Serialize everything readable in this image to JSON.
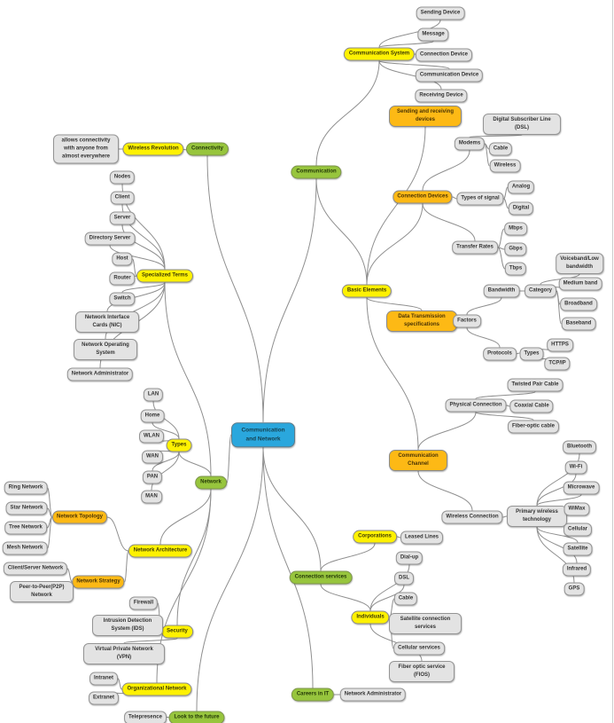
{
  "colors": {
    "center_blue": "#2aa7dd",
    "branch_green": "#97c53d",
    "topic_yellow": "#fef102",
    "subtopic_orange": "#fdb915",
    "item_gray": "#e3e3e3",
    "edge_gray": "#8f8f8f"
  },
  "nodes": [
    {
      "id": "center",
      "label": "Communication and Network",
      "kind": "center",
      "parent": null
    },
    {
      "id": "connectivity",
      "label": "Connectivity",
      "kind": "branch",
      "parent": "center"
    },
    {
      "id": "wireless-revolution",
      "label": "Wireless Revolution",
      "kind": "topic",
      "parent": "connectivity"
    },
    {
      "id": "connectivity-note",
      "label": "allows connectivity with anyone from almost everywhere",
      "kind": "item",
      "parent": "wireless-revolution"
    },
    {
      "id": "communication",
      "label": "Communication",
      "kind": "branch",
      "parent": "center"
    },
    {
      "id": "communication-system",
      "label": "Communication System",
      "kind": "topic",
      "parent": "communication"
    },
    {
      "id": "sending-device",
      "label": "Sending Device",
      "kind": "item",
      "parent": "communication-system"
    },
    {
      "id": "message",
      "label": "Message",
      "kind": "item",
      "parent": "communication-system"
    },
    {
      "id": "connection-device",
      "label": "Connection Device",
      "kind": "item",
      "parent": "communication-system"
    },
    {
      "id": "communication-device",
      "label": "Communication Device",
      "kind": "item",
      "parent": "communication-system"
    },
    {
      "id": "receiving-device",
      "label": "Receiving Device",
      "kind": "item",
      "parent": "communication-system"
    },
    {
      "id": "basic-elements",
      "label": "Basic Elements",
      "kind": "topic",
      "parent": "communication"
    },
    {
      "id": "sending-receiving-devices",
      "label": "Sending and receiving devices",
      "kind": "subtopic",
      "parent": "basic-elements"
    },
    {
      "id": "connection-devices",
      "label": "Connection Devices",
      "kind": "subtopic",
      "parent": "basic-elements"
    },
    {
      "id": "modems",
      "label": "Modems",
      "kind": "item",
      "parent": "connection-devices"
    },
    {
      "id": "dsl-modem",
      "label": "Digital Subscriber Line (DSL)",
      "kind": "item",
      "parent": "modems"
    },
    {
      "id": "cable-modem",
      "label": "Cable",
      "kind": "item",
      "parent": "modems"
    },
    {
      "id": "wireless-modem",
      "label": "Wireless",
      "kind": "item",
      "parent": "modems"
    },
    {
      "id": "types-of-signal",
      "label": "Types of signal",
      "kind": "item",
      "parent": "connection-devices"
    },
    {
      "id": "analog",
      "label": "Analog",
      "kind": "item",
      "parent": "types-of-signal"
    },
    {
      "id": "digital",
      "label": "Digital",
      "kind": "item",
      "parent": "types-of-signal"
    },
    {
      "id": "transfer-rates",
      "label": "Transfer Rates",
      "kind": "item",
      "parent": "connection-devices"
    },
    {
      "id": "mbps",
      "label": "Mbps",
      "kind": "item",
      "parent": "transfer-rates"
    },
    {
      "id": "gbps",
      "label": "Gbps",
      "kind": "item",
      "parent": "transfer-rates"
    },
    {
      "id": "tbps",
      "label": "Tbps",
      "kind": "item",
      "parent": "transfer-rates"
    },
    {
      "id": "data-transmission-specs",
      "label": "Data Transmission specifications",
      "kind": "subtopic",
      "parent": "basic-elements"
    },
    {
      "id": "factors",
      "label": "Factors",
      "kind": "item",
      "parent": "data-transmission-specs"
    },
    {
      "id": "bandwidth",
      "label": "Bandwidth",
      "kind": "item",
      "parent": "factors"
    },
    {
      "id": "category",
      "label": "Category",
      "kind": "item",
      "parent": "bandwidth"
    },
    {
      "id": "voiceband-low-bandwidth",
      "label": "Voiceband/Low bandwidth",
      "kind": "item",
      "parent": "category"
    },
    {
      "id": "medium-band",
      "label": "Medium band",
      "kind": "item",
      "parent": "category"
    },
    {
      "id": "broadband",
      "label": "Broadband",
      "kind": "item",
      "parent": "category"
    },
    {
      "id": "baseband",
      "label": "Baseband",
      "kind": "item",
      "parent": "category"
    },
    {
      "id": "protocols",
      "label": "Protocols",
      "kind": "item",
      "parent": "factors"
    },
    {
      "id": "protocol-types",
      "label": "Types",
      "kind": "item",
      "parent": "protocols"
    },
    {
      "id": "https",
      "label": "HTTPS",
      "kind": "item",
      "parent": "protocol-types"
    },
    {
      "id": "tcp-ip",
      "label": "TCP/IP",
      "kind": "item",
      "parent": "protocol-types"
    },
    {
      "id": "communication-channel",
      "label": "Communication Channel",
      "kind": "subtopic",
      "parent": "basic-elements"
    },
    {
      "id": "physical-connection",
      "label": "Physical Connection",
      "kind": "item",
      "parent": "communication-channel"
    },
    {
      "id": "twisted-pair-cable",
      "label": "Twisted Pair Cable",
      "kind": "item",
      "parent": "physical-connection"
    },
    {
      "id": "coaxial-cable",
      "label": "Coaxial Cable",
      "kind": "item",
      "parent": "physical-connection"
    },
    {
      "id": "fiber-optic-cable",
      "label": "Fiber-optic cable",
      "kind": "item",
      "parent": "physical-connection"
    },
    {
      "id": "wireless-connection",
      "label": "Wireless Connection",
      "kind": "item",
      "parent": "communication-channel"
    },
    {
      "id": "primary-wireless-technology",
      "label": "Primary wireless technology",
      "kind": "item",
      "parent": "wireless-connection"
    },
    {
      "id": "bluetooth",
      "label": "Bluetooth",
      "kind": "item",
      "parent": "primary-wireless-technology"
    },
    {
      "id": "wi-fi",
      "label": "Wi-Fi",
      "kind": "item",
      "parent": "primary-wireless-technology"
    },
    {
      "id": "microwave",
      "label": "Microwave",
      "kind": "item",
      "parent": "primary-wireless-technology"
    },
    {
      "id": "wimax",
      "label": "WiMax",
      "kind": "item",
      "parent": "primary-wireless-technology"
    },
    {
      "id": "cellular",
      "label": "Cellular",
      "kind": "item",
      "parent": "primary-wireless-technology"
    },
    {
      "id": "satellite",
      "label": "Satellite",
      "kind": "item",
      "parent": "primary-wireless-technology"
    },
    {
      "id": "infrared",
      "label": "Infrared",
      "kind": "item",
      "parent": "primary-wireless-technology"
    },
    {
      "id": "gps",
      "label": "GPS",
      "kind": "item",
      "parent": "primary-wireless-technology"
    },
    {
      "id": "network",
      "label": "Network",
      "kind": "branch",
      "parent": "center"
    },
    {
      "id": "network-types",
      "label": "Types",
      "kind": "topic",
      "parent": "network"
    },
    {
      "id": "lan",
      "label": "LAN",
      "kind": "item",
      "parent": "network-types"
    },
    {
      "id": "home",
      "label": "Home",
      "kind": "item",
      "parent": "network-types"
    },
    {
      "id": "wlan",
      "label": "WLAN",
      "kind": "item",
      "parent": "network-types"
    },
    {
      "id": "wan",
      "label": "WAN",
      "kind": "item",
      "parent": "network-types"
    },
    {
      "id": "pan",
      "label": "PAN",
      "kind": "item",
      "parent": "network-types"
    },
    {
      "id": "man",
      "label": "MAN",
      "kind": "item",
      "parent": "network-types"
    },
    {
      "id": "specialized-terms",
      "label": "Specialized Terms",
      "kind": "topic",
      "parent": "network"
    },
    {
      "id": "nodes",
      "label": "Nodes",
      "kind": "item",
      "parent": "specialized-terms"
    },
    {
      "id": "client",
      "label": "Client",
      "kind": "item",
      "parent": "specialized-terms"
    },
    {
      "id": "server",
      "label": "Server",
      "kind": "item",
      "parent": "specialized-terms"
    },
    {
      "id": "directory-server",
      "label": "Directory Server",
      "kind": "item",
      "parent": "specialized-terms"
    },
    {
      "id": "host",
      "label": "Host",
      "kind": "item",
      "parent": "specialized-terms"
    },
    {
      "id": "router",
      "label": "Router",
      "kind": "item",
      "parent": "specialized-terms"
    },
    {
      "id": "switch",
      "label": "Switch",
      "kind": "item",
      "parent": "specialized-terms"
    },
    {
      "id": "nic",
      "label": "Network Interface Cards (NIC)",
      "kind": "item",
      "parent": "specialized-terms"
    },
    {
      "id": "network-operating-system",
      "label": "Network Operating System",
      "kind": "item",
      "parent": "specialized-terms"
    },
    {
      "id": "network-administrator-term",
      "label": "Network Administrator",
      "kind": "item",
      "parent": "specialized-terms"
    },
    {
      "id": "network-architecture",
      "label": "Network Architecture",
      "kind": "topic",
      "parent": "network"
    },
    {
      "id": "network-topology",
      "label": "Network Topology",
      "kind": "subtopic",
      "parent": "network-architecture"
    },
    {
      "id": "ring-network",
      "label": "Ring Network",
      "kind": "item",
      "parent": "network-topology"
    },
    {
      "id": "star-network",
      "label": "Star Network",
      "kind": "item",
      "parent": "network-topology"
    },
    {
      "id": "tree-network",
      "label": "Tree Network",
      "kind": "item",
      "parent": "network-topology"
    },
    {
      "id": "mesh-network",
      "label": "Mesh Network",
      "kind": "item",
      "parent": "network-topology"
    },
    {
      "id": "network-strategy",
      "label": "Network Strategy",
      "kind": "subtopic",
      "parent": "network-architecture"
    },
    {
      "id": "client-server-network",
      "label": "Client/Server Network",
      "kind": "item",
      "parent": "network-strategy"
    },
    {
      "id": "p2p-network",
      "label": "Peer-to-Peer(P2P) Network",
      "kind": "item",
      "parent": "network-strategy"
    },
    {
      "id": "security",
      "label": "Security",
      "kind": "topic",
      "parent": "network"
    },
    {
      "id": "firewall",
      "label": "Firewall",
      "kind": "item",
      "parent": "security"
    },
    {
      "id": "ids",
      "label": "Intrusion Detection System (IDS)",
      "kind": "item",
      "parent": "security"
    },
    {
      "id": "vpn",
      "label": "Virtual Private Network (VPN)",
      "kind": "item",
      "parent": "security"
    },
    {
      "id": "organizational-network",
      "label": "Organizational Network",
      "kind": "topic",
      "parent": "network"
    },
    {
      "id": "intranet",
      "label": "Intranet",
      "kind": "item",
      "parent": "organizational-network"
    },
    {
      "id": "extranet",
      "label": "Extranet",
      "kind": "item",
      "parent": "organizational-network"
    },
    {
      "id": "connection-services",
      "label": "Connection services",
      "kind": "branch",
      "parent": "center"
    },
    {
      "id": "corporations",
      "label": "Corporations",
      "kind": "topic",
      "parent": "connection-services"
    },
    {
      "id": "leased-lines",
      "label": "Leased Lines",
      "kind": "item",
      "parent": "corporations"
    },
    {
      "id": "individuals",
      "label": "Individuals",
      "kind": "topic",
      "parent": "connection-services"
    },
    {
      "id": "dial-up",
      "label": "Dial-up",
      "kind": "item",
      "parent": "individuals"
    },
    {
      "id": "dsl-service",
      "label": "DSL",
      "kind": "item",
      "parent": "individuals"
    },
    {
      "id": "cable-service",
      "label": "Cable",
      "kind": "item",
      "parent": "individuals"
    },
    {
      "id": "satellite-connection-services",
      "label": "Satellite connection services",
      "kind": "item",
      "parent": "individuals"
    },
    {
      "id": "cellular-services",
      "label": "Cellular services",
      "kind": "item",
      "parent": "individuals"
    },
    {
      "id": "fios",
      "label": "Fiber optic service (FIOS)",
      "kind": "item",
      "parent": "individuals"
    },
    {
      "id": "careers-in-it",
      "label": "Careers in IT",
      "kind": "branch",
      "parent": "center"
    },
    {
      "id": "network-administrator",
      "label": "Network Administrator",
      "kind": "item",
      "parent": "careers-in-it"
    },
    {
      "id": "look-to-the-future",
      "label": "Look to the future",
      "kind": "branch",
      "parent": "center"
    },
    {
      "id": "telepresence",
      "label": "Telepresence",
      "kind": "item",
      "parent": "look-to-the-future"
    }
  ]
}
